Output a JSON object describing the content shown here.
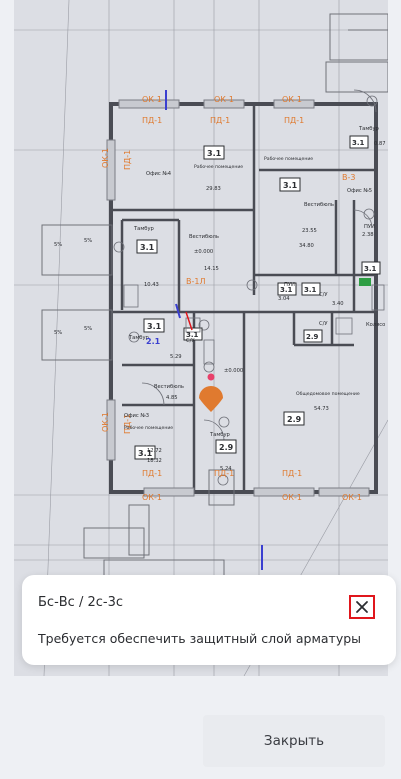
{
  "floor_plan": {
    "axis_labels": {
      "ok1": "ОК-1",
      "pd1": "ПД-1",
      "v3": "В-3",
      "v1l": "В-1Л"
    },
    "rooms": {
      "office4": "Офис №4",
      "office5": "Офис №5",
      "office3": "Офис №3",
      "work_room": "Рабочее помещение",
      "vestibule": "Вестибюль",
      "tambour": "Тамбур",
      "common_room": "Общедомовое помещение",
      "pui": "ПУИ",
      "su": "С/У",
      "pomeshch": "Колясо"
    },
    "codes": {
      "c31": "3.1",
      "c29": "2.9",
      "c21": "2.1"
    },
    "numbers": {
      "n2983": "29.83",
      "n2355": "23.55",
      "n3480": "34.80",
      "n1415": "14.15",
      "n1043": "10.43",
      "n485": "4.85",
      "n5473": "54.73",
      "n1272": "12.72",
      "n1832": "18.32",
      "n000": "±0.000",
      "n529": "5.29",
      "n304": "3.04",
      "n340": "3.40",
      "n238": "2.38",
      "n087": "0.87",
      "n524": "5.24"
    },
    "slope": "5%"
  },
  "remark": {
    "title": "Бс-Вс / 2с-3с",
    "text": "Требуется обеспечить защитный слой арматуры",
    "accent_color": "#e0161c"
  },
  "marker": {
    "color": "#e07a2f"
  },
  "close_button": {
    "label": "Закрыть"
  }
}
